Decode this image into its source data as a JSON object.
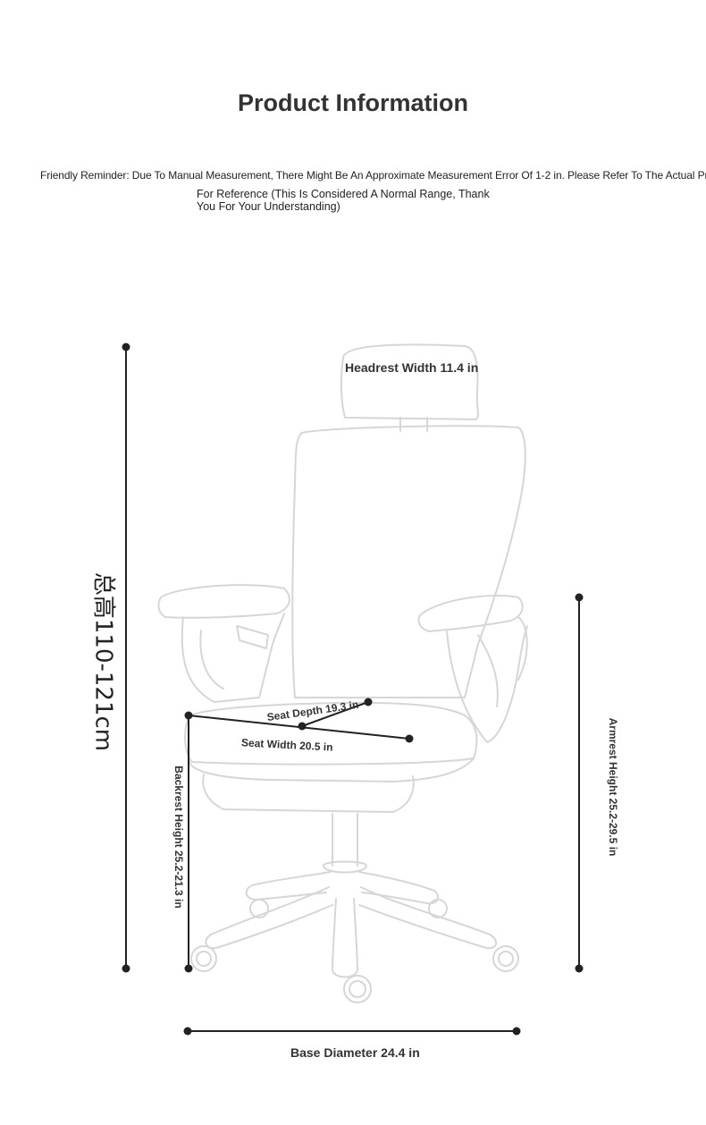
{
  "title": "Product Information",
  "reminder_line1": "Friendly Reminder: Due To Manual Measurement, There Might Be An Approximate Measurement Error Of 1-2 in. Please Refer To The Actual Product",
  "reminder_line2": "For Reference (This Is Considered A Normal Range, Thank You For Your Understanding)",
  "dimensions": {
    "total_height": "总高110-121cm",
    "headrest_width": "Headrest Width 11.4 in",
    "seat_depth": "Seat Depth 19.3 in",
    "seat_width": "Seat Width 20.5 in",
    "backrest_height": "Backrest Height 25.2-21.3 in",
    "armrest_height": "Armrest Height 25.2-29.5 in",
    "base_diameter": "Base Diameter 24.4 in"
  },
  "colors": {
    "outline": "#d9d9d9",
    "dim_line": "#222222"
  }
}
